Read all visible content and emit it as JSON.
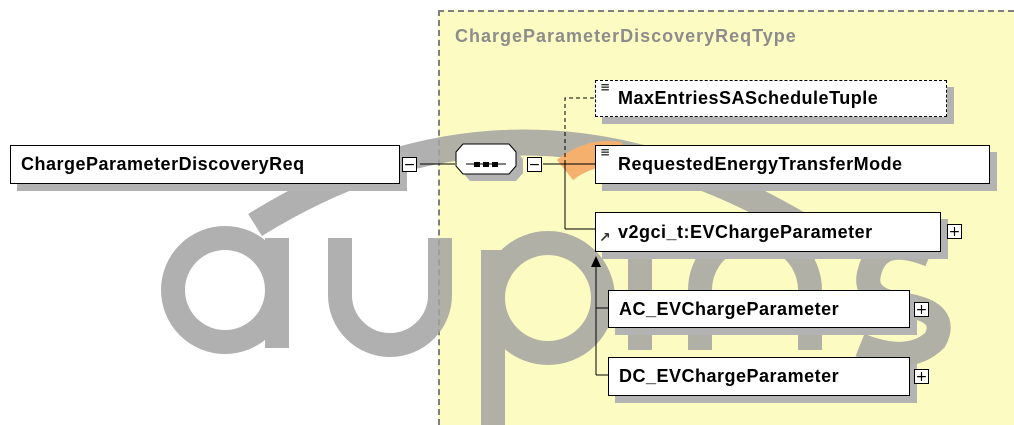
{
  "type_box": {
    "title": "ChargeParameterDiscoveryReqType"
  },
  "root": {
    "label": "ChargeParameterDiscoveryReq",
    "toggle": "−"
  },
  "sequence": {
    "icon": "sequence-compositor-icon",
    "toggle": "−"
  },
  "children": [
    {
      "label": "MaxEntriesSAScheduleTuple",
      "optional": true,
      "icon": "element-doc-icon"
    },
    {
      "label": "RequestedEnergyTransferMode",
      "optional": false,
      "icon": "element-doc-icon"
    },
    {
      "label": "v2gci_t:EVChargeParameter",
      "optional": false,
      "icon": "reference-arrow-icon",
      "toggle": "+"
    }
  ],
  "substitutions": [
    {
      "label": "AC_EVChargeParameter",
      "toggle": "+"
    },
    {
      "label": "DC_EVChargeParameter",
      "toggle": "+"
    }
  ],
  "watermark": {
    "text": "aupins",
    "colors": {
      "letters": "#a3a3a3",
      "accent": "#f4a460"
    }
  }
}
